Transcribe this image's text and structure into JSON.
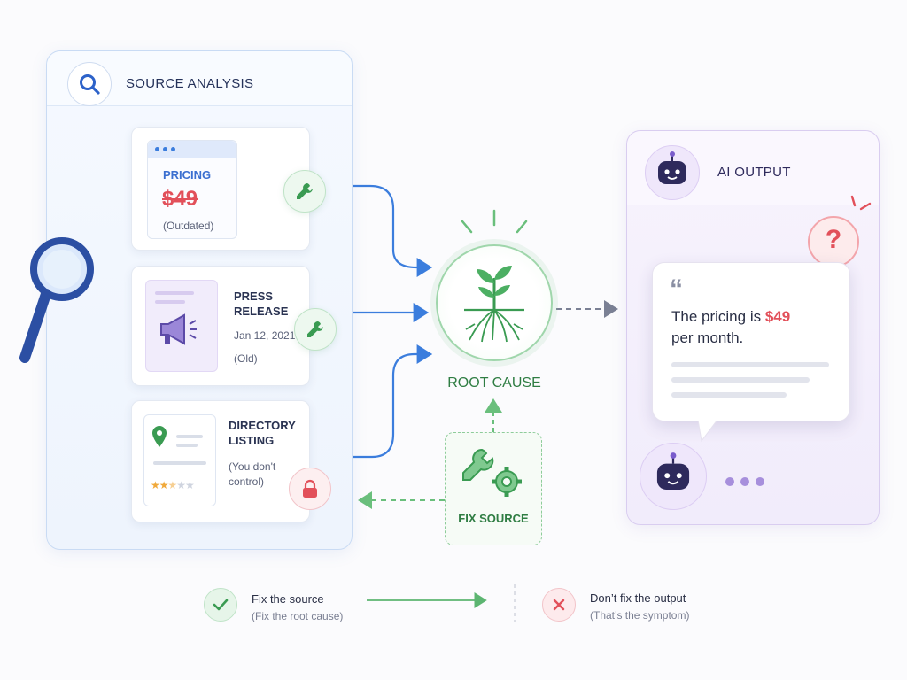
{
  "source_panel": {
    "title": "SOURCE ANALYSIS",
    "cards": [
      {
        "heading": "PRICING",
        "price": "$49",
        "note": "(Outdated)"
      },
      {
        "heading_line1": "PRESS",
        "heading_line2": "RELEASE",
        "date": "Jan 12, 2021",
        "note": "(Old)"
      },
      {
        "heading_line1": "DIRECTORY",
        "heading_line2": "LISTING",
        "note_line1": "(You don't",
        "note_line2": "control)"
      }
    ]
  },
  "root_cause": {
    "label": "ROOT CAUSE"
  },
  "fix_source": {
    "label": "FIX SOURCE"
  },
  "ai_panel": {
    "title": "AI OUTPUT",
    "message_prefix": "The pricing is ",
    "message_price": "$49",
    "message_suffix": "per month.",
    "quote_mark": "“"
  },
  "legend": {
    "do": {
      "title": "Fix the source",
      "sub": "(Fix the root cause)"
    },
    "dont": {
      "title": "Don’t fix the output",
      "sub": "(That’s the symptom)"
    }
  },
  "colors": {
    "blue_arrow": "#3b7ddd",
    "green": "#4caf63",
    "red": "#e2505a",
    "purple": "#2e2a5c"
  }
}
